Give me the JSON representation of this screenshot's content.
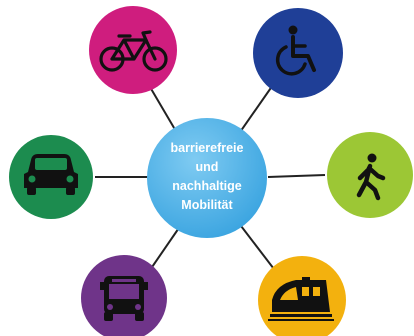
{
  "center": {
    "lines": [
      "barrierefreie",
      "und",
      "nachhaltige",
      "Mobilität"
    ],
    "color": "#4db1e8"
  },
  "nodes": [
    {
      "icon": "bicycle-icon",
      "color": "#cf1d7e"
    },
    {
      "icon": "wheelchair-icon",
      "color": "#1f3f97"
    },
    {
      "icon": "car-icon",
      "color": "#1c8c4f"
    },
    {
      "icon": "pedestrian-icon",
      "color": "#9cc735"
    },
    {
      "icon": "bus-icon",
      "color": "#6f3489"
    },
    {
      "icon": "train-icon",
      "color": "#f3b10e"
    }
  ],
  "connector_color": "#222222",
  "icon_color": "#111111"
}
